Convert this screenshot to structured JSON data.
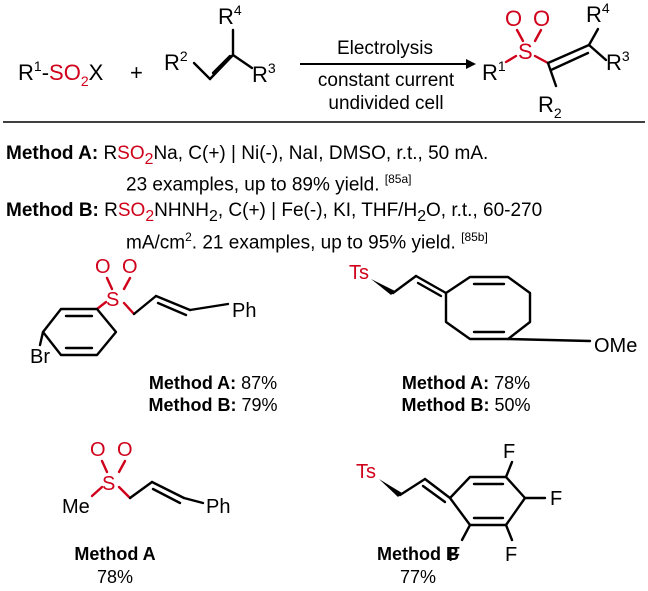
{
  "reaction": {
    "reagent1": {
      "r": "R",
      "r_sup": "1",
      "dash": "-",
      "so": "SO",
      "so_sub": "2",
      "x": "X"
    },
    "plus": "+",
    "alkene": {
      "r2": "R",
      "r2_sup": "2",
      "r3": "R",
      "r3_sup": "3",
      "r4": "R",
      "r4_sup": "4"
    },
    "arrow_top": "Electrolysis",
    "arrow_bottom_1": "constant current",
    "arrow_bottom_2": "undivided cell",
    "product": {
      "o": "O",
      "s": "S",
      "r1": "R",
      "r1_sup": "1",
      "r4": "R",
      "r4_sup": "4",
      "r3": "R",
      "r3_sup": "3",
      "r2": "R",
      "r2_sub": "2"
    }
  },
  "methods": {
    "a": {
      "label": "Method A:",
      "r": " R",
      "so2": "SO",
      "so2_sub": "2",
      "rest1": "Na, C(+) ",
      "sep": "|",
      "rest2": " Ni(-), NaI, DMSO, r.t., 50 mA.",
      "line2": "23 examples, up to 89% yield. ",
      "ref": "[85a]"
    },
    "b": {
      "label": "Method B:",
      "r": " R",
      "so2": "SO",
      "so2_sub": "2",
      "rest1": "NHNH",
      "rest1_sub": "2",
      "rest2": ", C(+) ",
      "sep": "|",
      "rest3": " Fe(-), KI, THF/H",
      "rest3_sub": "2",
      "rest4": "O, r.t., 60-270",
      "line2a": "mA/cm",
      "line2a_sup": "2",
      "line2b": ". 21 examples, up to 95% yield. ",
      "ref": "[85b]"
    }
  },
  "examples": [
    {
      "atoms": {
        "o1": "O",
        "o2": "O",
        "s": "S",
        "br": "Br",
        "ph": "Ph"
      },
      "method_a_label": "Method A:",
      "method_a_yield": " 87%",
      "method_b_label": "Method B:",
      "method_b_yield": " 79%"
    },
    {
      "atoms": {
        "ts": "Ts",
        "ome": "OMe"
      },
      "method_a_label": "Method A:",
      "method_a_yield": " 78%",
      "method_b_label": "Method B:",
      "method_b_yield": " 50%"
    },
    {
      "atoms": {
        "o1": "O",
        "o2": "O",
        "s": "S",
        "me": "Me",
        "ph": "Ph"
      },
      "method_label": "Method A",
      "yield": "78%"
    },
    {
      "atoms": {
        "ts": "Ts",
        "f": "F"
      },
      "method_label": "Method B",
      "yield": "77%"
    }
  ]
}
